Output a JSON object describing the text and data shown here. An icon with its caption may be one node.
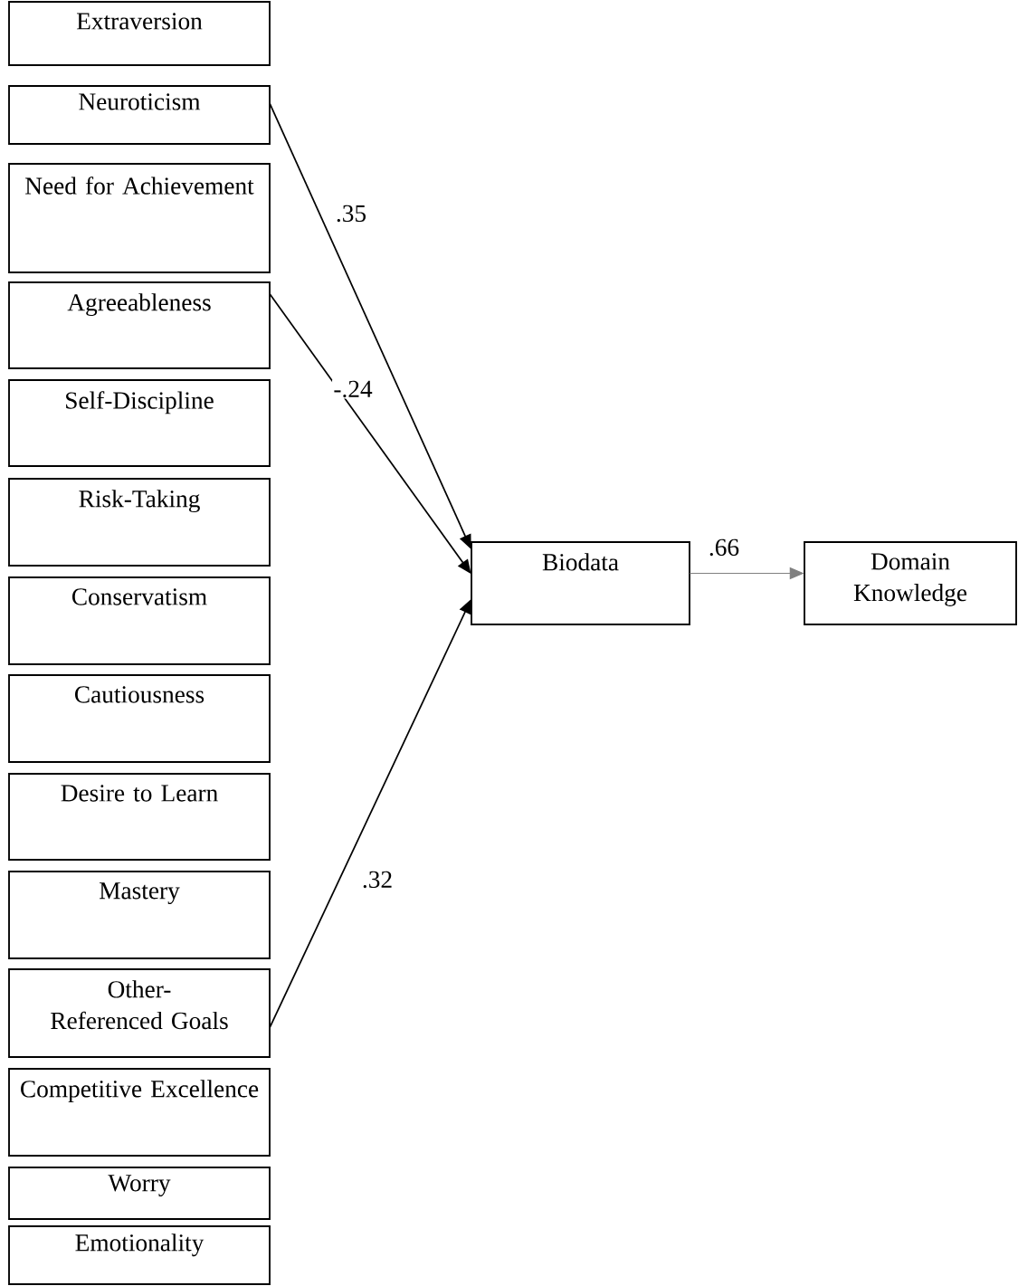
{
  "diagram": {
    "nodes": [
      {
        "text": [
          "Extraversion"
        ]
      },
      {
        "text": [
          "Neuroticism"
        ]
      },
      {
        "text": [
          "Need for Achievement"
        ]
      },
      {
        "text": [
          "Agreeableness"
        ]
      },
      {
        "text": [
          "Self-Discipline"
        ]
      },
      {
        "text": [
          "Risk-Taking"
        ]
      },
      {
        "text": [
          "Conservatism"
        ]
      },
      {
        "text": [
          "Cautiousness"
        ]
      },
      {
        "text": [
          "Desire to Learn"
        ]
      },
      {
        "text": [
          "Mastery"
        ]
      },
      {
        "text": [
          "Other-Referenced Goals"
        ]
      },
      {
        "text": [
          "Competitive Excellence"
        ]
      },
      {
        "text": [
          "Worry"
        ]
      },
      {
        "text": [
          "Emotionality"
        ]
      },
      {
        "text": [
          "Biodata"
        ]
      },
      {
        "text": [
          "Domain Knowledge"
        ]
      }
    ],
    "edges": [
      {
        "from": 1,
        "to": 14,
        "arrow": "to",
        "label": ".35"
      },
      {
        "from": 3,
        "to": 14,
        "arrow": "to",
        "label": "-.24"
      },
      {
        "from": 10,
        "to": 14,
        "arrow": "to",
        "label": ".32"
      },
      {
        "from": 14,
        "to": 15,
        "arrow": "to",
        "label": ".66",
        "color": "#808080"
      }
    ]
  }
}
